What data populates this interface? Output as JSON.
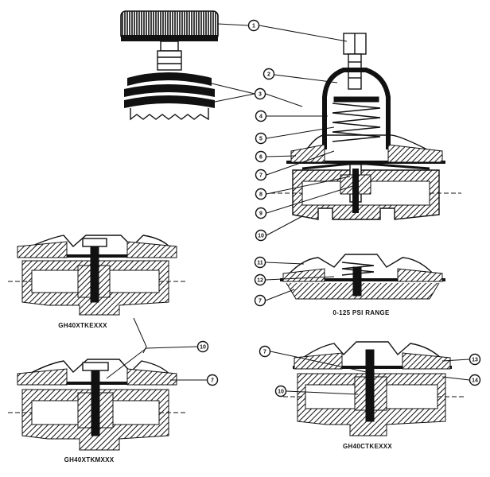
{
  "captions": {
    "psi_range": "0-125 PSI RANGE",
    "model_left_top": "GH40XTKEXXX",
    "model_left_bottom": "GH40XTKMXXX",
    "model_right_bottom": "GH40CTKEXXX"
  },
  "callouts": [
    "1",
    "2",
    "3",
    "4",
    "5",
    "6",
    "7",
    "8",
    "9",
    "10",
    "11",
    "12",
    "7",
    "10",
    "7",
    "7",
    "10",
    "13",
    "14"
  ]
}
